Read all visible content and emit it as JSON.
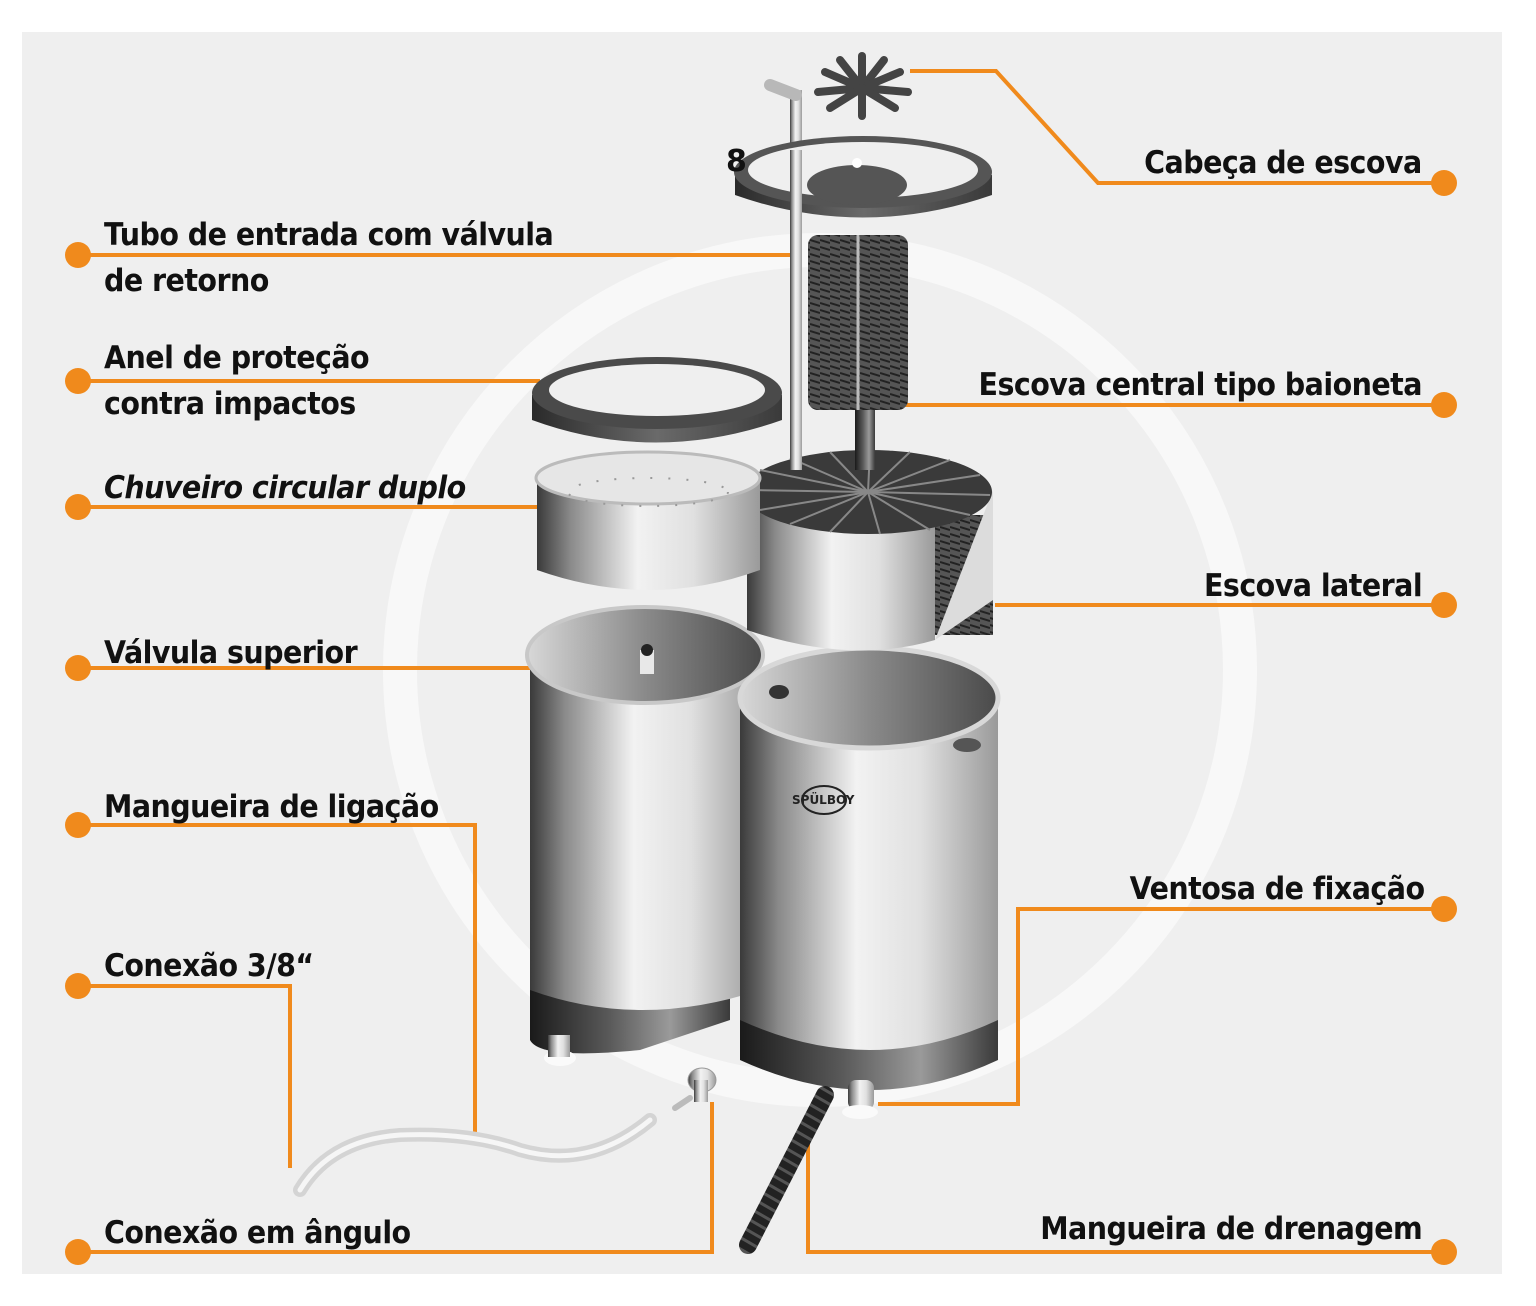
{
  "diagram": {
    "accent_color": "#f08a1c",
    "background_color": "#efefef",
    "brand_logo_text": "SPÜLBOY",
    "stray_glyph": "8",
    "labels_left": [
      {
        "id": "inlet-tube",
        "lines": [
          "Tubo de entrada com válvula",
          "de retorno"
        ]
      },
      {
        "id": "protection-ring",
        "lines": [
          "Anel de proteção",
          "contra impactos"
        ]
      },
      {
        "id": "shower-ring",
        "lines": [
          "Chuveiro circular duplo"
        ],
        "italic": true
      },
      {
        "id": "upper-valve",
        "lines": [
          "Válvula superior"
        ]
      },
      {
        "id": "connection-hose",
        "lines": [
          "Mangueira de ligação"
        ]
      },
      {
        "id": "connector-3-8",
        "lines": [
          "Conexão 3/8“"
        ]
      },
      {
        "id": "angle-connector",
        "lines": [
          "Conexão em ângulo"
        ]
      }
    ],
    "labels_right": [
      {
        "id": "brush-head",
        "lines": [
          "Cabeça de escova"
        ]
      },
      {
        "id": "bayonet-brush",
        "lines": [
          "Escova central tipo baioneta"
        ]
      },
      {
        "id": "side-brush",
        "lines": [
          "Escova lateral"
        ]
      },
      {
        "id": "suction-cup",
        "lines": [
          "Ventosa de fixação"
        ]
      },
      {
        "id": "drain-hose",
        "lines": [
          "Mangueira de drenagem"
        ]
      }
    ]
  }
}
